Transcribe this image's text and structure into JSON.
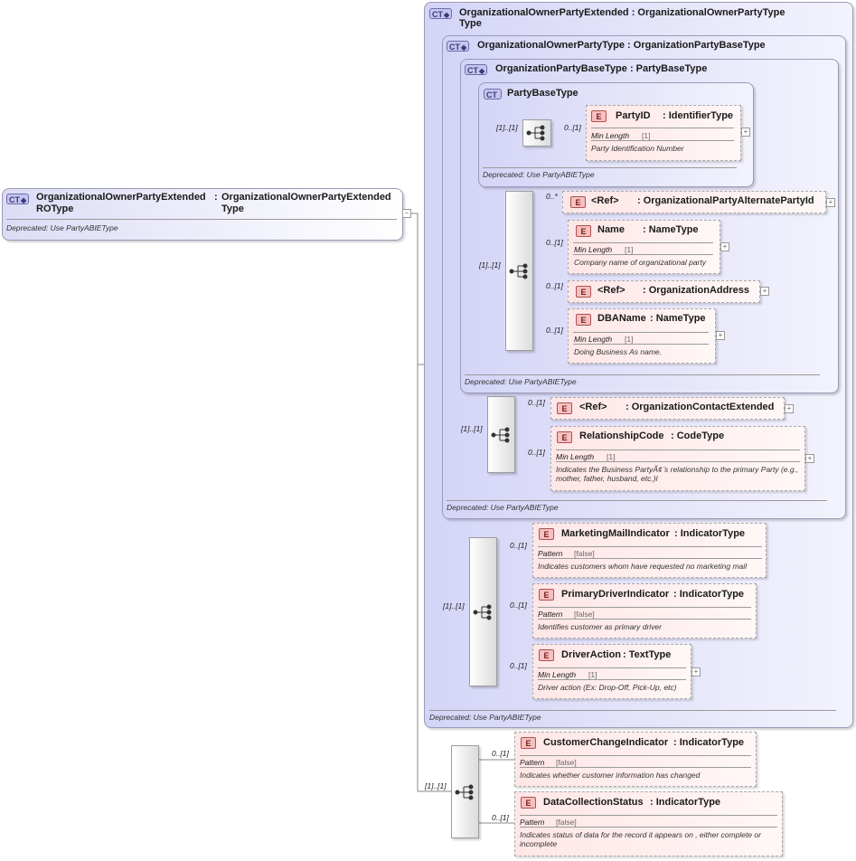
{
  "badges": {
    "ct": "CT",
    "ct_plus": "CT",
    "element": "E"
  },
  "root": {
    "name": "OrganizationalOwnerPartyExtended ROType",
    "colon": ":",
    "type": "OrganizationalOwnerPartyExtended Type",
    "deprecated": "Deprecated: Use PartyABIEType"
  },
  "ct1": {
    "title": "OrganizationalOwnerPartyExtended : OrganizationalOwnerPartyType",
    "title2": "Type",
    "deprecated": "Deprecated: Use PartyABIEType"
  },
  "ct2": {
    "title": "OrganizationalOwnerPartyType : OrganizationPartyBaseType",
    "deprecated": "Deprecated: Use PartyABIEType"
  },
  "ct3": {
    "title": "OrganizationPartyBaseType : PartyBaseType",
    "deprecated": "Deprecated: Use PartyABIEType"
  },
  "ct4": {
    "title": "PartyBaseType",
    "deprecated": "Deprecated: Use PartyABIEType"
  },
  "elements": {
    "party_id": {
      "name": "PartyID",
      "type": ": IdentifierType",
      "facet": "Min Length",
      "facet_value": "[1]",
      "desc": "Party Identification Number",
      "card": "0..[1]"
    },
    "alt_party": {
      "name": "<Ref>",
      "type": ": OrganizationalPartyAlternatePartyId",
      "card": "0..*"
    },
    "name": {
      "name": "Name",
      "type": ": NameType",
      "facet": "Min Length",
      "facet_value": "[1]",
      "desc": "Company name of organizational party",
      "card": "0..[1]"
    },
    "org_address": {
      "name": "<Ref>",
      "type": ": OrganizationAddress",
      "card": "0..[1]"
    },
    "dba_name": {
      "name": "DBAName",
      "type": ": NameType",
      "facet": "Min Length",
      "facet_value": "[1]",
      "desc": "Doing Business As name.",
      "card": "0..[1]"
    },
    "org_contact": {
      "name": "<Ref>",
      "type": ": OrganizationContactExtended",
      "card": "0..[1]"
    },
    "relationship": {
      "name": "RelationshipCode",
      "type": ": CodeType",
      "facet": "Min Length",
      "facet_value": "[1]",
      "desc": "Indicates the Business PartyÃ¢ ̈s relationship to the primary Party (e.g., mother, father, husband, etc.)l",
      "card": "0..[1]"
    },
    "marketing": {
      "name": "MarketingMailIndicator",
      "type": ": IndicatorType",
      "facet": "Pattern",
      "facet_value": "[false]",
      "desc": "Indicates customers whom have requested no marketing mail",
      "card": "0..[1]"
    },
    "primary_driver": {
      "name": "PrimaryDriverIndicator",
      "type": ": IndicatorType",
      "facet": "Pattern",
      "facet_value": "[false]",
      "desc": "Identifies customer as primary driver",
      "card": "0..[1]"
    },
    "driver_action": {
      "name": "DriverAction",
      "type": ": TextType",
      "facet": "Min Length",
      "facet_value": "[1]",
      "desc": "Driver action (Ex: Drop-Off, Pick-Up, etc)",
      "card": "0..[1]"
    },
    "customer_change": {
      "name": "CustomerChangeIndicator",
      "type": ": IndicatorType",
      "facet": "Pattern",
      "facet_value": "[false]",
      "desc": "Indicates whether customer information has changed",
      "card": "0..[1]"
    },
    "data_collection": {
      "name": "DataCollectionStatus",
      "type": ": IndicatorType",
      "facet": "Pattern",
      "facet_value": "[false]",
      "desc": "Indicates status of data for the record it appears on , either complete or incomplete",
      "card": "0..[1]"
    }
  },
  "sequences": {
    "seq1": "[1]..[1]",
    "seq2": "[1]..[1]",
    "seq3": "[1]..[1]",
    "seq4": "[1]..[1]",
    "seq5": "[1]..[1]"
  },
  "colors": {
    "complex_type": "#d4d4f7",
    "element": "#ffe6e6",
    "sequence": "#dcdcdc"
  }
}
